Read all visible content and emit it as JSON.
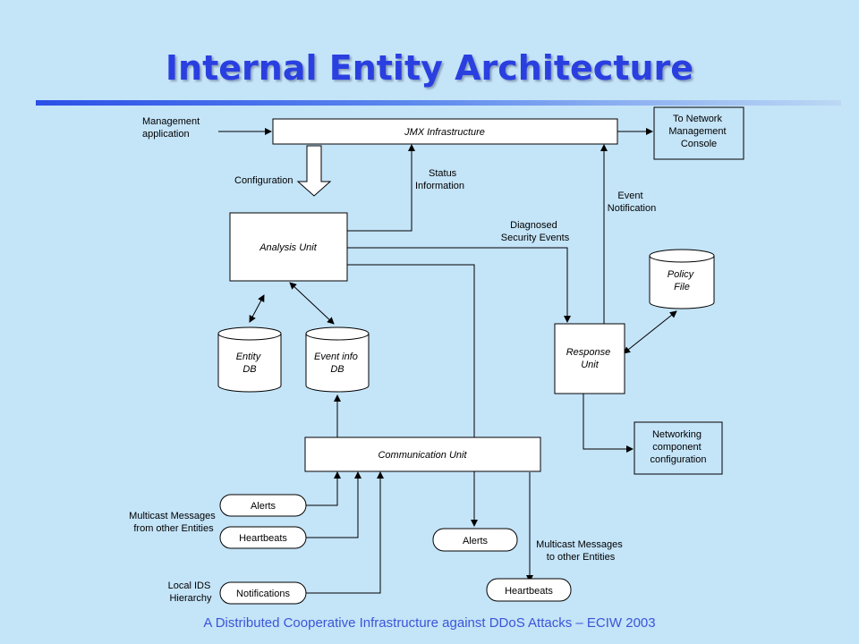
{
  "title": "Internal Entity Architecture",
  "footer": "A Distributed Cooperative Infrastructure against DDoS Attacks – ECIW 2003",
  "diagram": {
    "management_application": [
      "Management",
      "application"
    ],
    "jmx": "JMX Infrastructure",
    "network_console": [
      "To Network",
      "Management",
      "Console"
    ],
    "configuration": "Configuration",
    "status_information": [
      "Status",
      "Information"
    ],
    "event_notification": [
      "Event",
      "Notification"
    ],
    "analysis_unit": "Analysis Unit",
    "diagnosed_events": [
      "Diagnosed",
      "Security  Events"
    ],
    "policy_file": [
      "Policy",
      "File"
    ],
    "entity_db": [
      "Entity",
      "DB"
    ],
    "event_info_db": [
      "Event info",
      "DB"
    ],
    "response_unit": [
      "Response",
      "Unit"
    ],
    "communication_unit": "Communication Unit",
    "networking_config": [
      "Networking",
      "component",
      "configuration"
    ],
    "alerts_in": "Alerts",
    "heartbeats_in": "Heartbeats",
    "notifications": "Notifications",
    "multicast_from": [
      "Multicast Messages",
      "from other Entities"
    ],
    "local_ids": [
      "Local IDS",
      "Hierarchy"
    ],
    "alerts_out": "Alerts",
    "heartbeats_out": "Heartbeats",
    "multicast_to": [
      "Multicast Messages",
      "to other Entities"
    ]
  }
}
